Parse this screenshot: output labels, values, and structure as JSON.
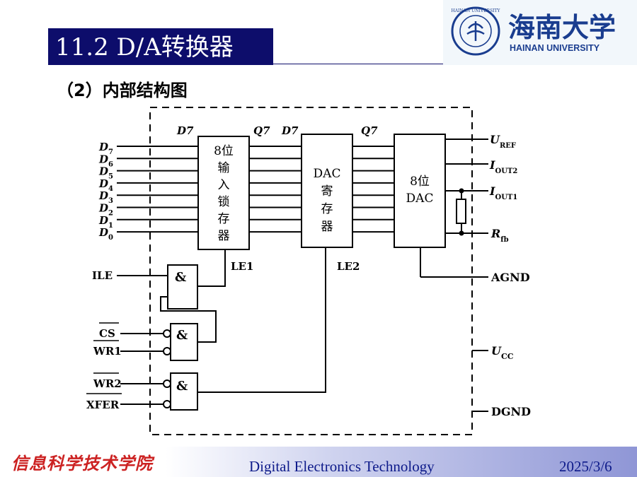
{
  "header": {
    "title": "11.2  D/A转换器",
    "logo_cn": "海南大学",
    "logo_en": "HAINAN UNIVERSITY",
    "seal_text": "HAINAN UNIVERSITY"
  },
  "subtitle": "（2）内部结构图",
  "diagram": {
    "inputs": [
      "D7",
      "D6",
      "D5",
      "D4",
      "D3",
      "D2",
      "D1",
      "D0"
    ],
    "input_latch": [
      "8位",
      "输",
      "入",
      "锁",
      "存",
      "器"
    ],
    "dac_register": [
      "DAC",
      "寄",
      "存",
      "器"
    ],
    "dac": [
      "8位",
      "DAC"
    ],
    "pin_labels": {
      "d7_a": "D7",
      "q7_a": "Q7",
      "d7_b": "D7",
      "q7_b": "Q7",
      "le1": "LE1",
      "le2": "LE2",
      "ile": "ILE",
      "cs": "CS",
      "wr1": "WR1",
      "wr2": "WR2",
      "xfer": "XFER"
    },
    "outputs": {
      "uref": "U",
      "uref_sub": "REF",
      "iout2": "I",
      "iout2_sub": "OUT2",
      "iout1": "I",
      "iout1_sub": "OUT1",
      "rfb": "R",
      "rfb_sub": "fb",
      "agnd": "AGND",
      "ucc": "U",
      "ucc_sub": "CC",
      "dgnd": "DGND"
    },
    "gate_symbol": "&"
  },
  "footer": {
    "school": "信息科学技术学院",
    "course": "Digital Electronics Technology",
    "date": "2025/3/6"
  }
}
